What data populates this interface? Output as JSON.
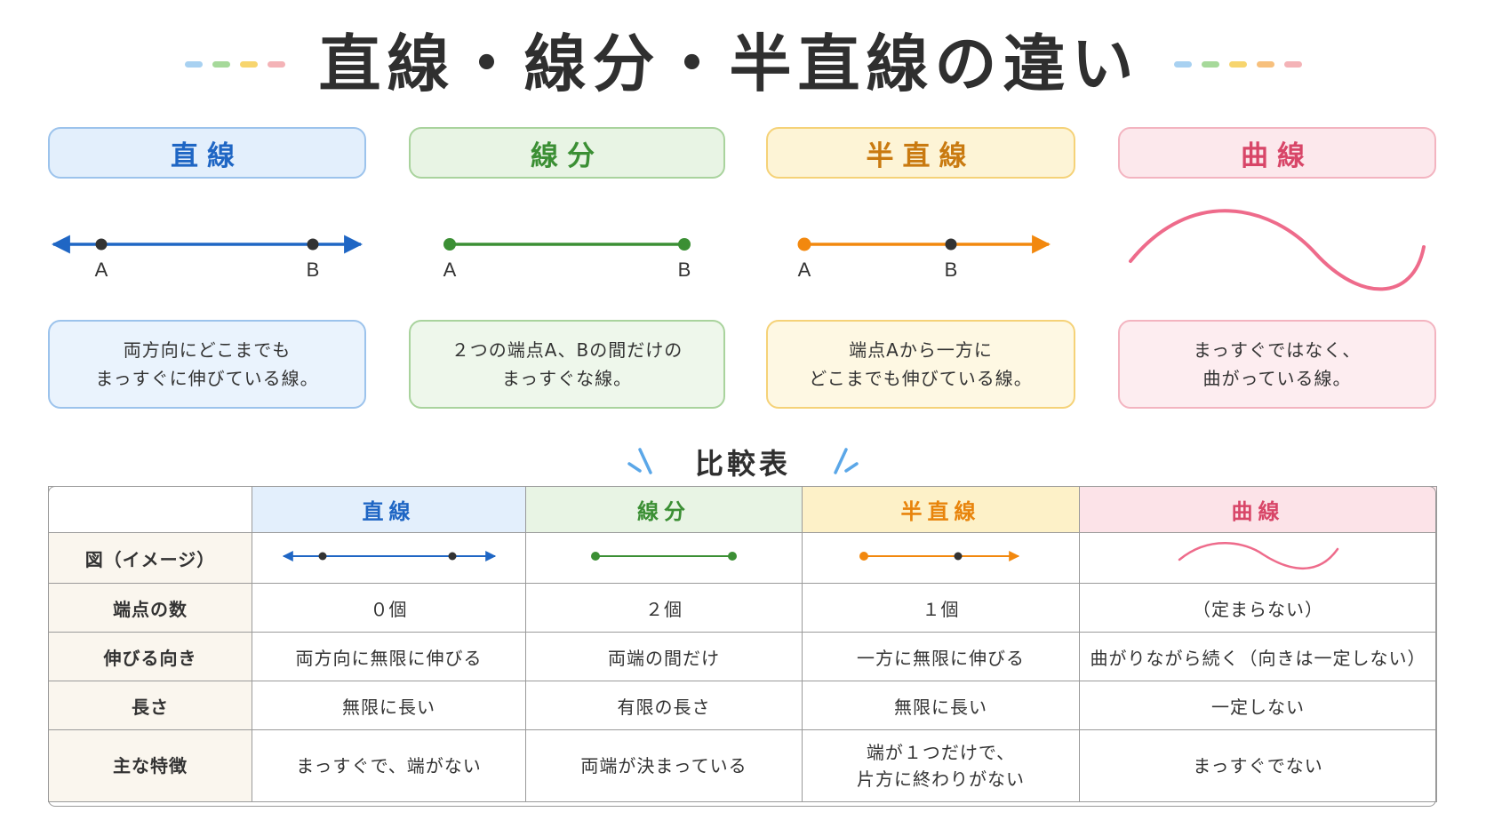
{
  "title": "直線・線分・半直線の違い",
  "colors": {
    "line": "#1f66c4",
    "segment": "#3b8f34",
    "ray": "#f2880e",
    "curve": "#ee6b8b",
    "point": "#333333",
    "title_dashes": [
      "#a8d1f1",
      "#a6d99a",
      "#f7d56e",
      "#f4b3b7"
    ],
    "title_dashes_right": [
      "#a8d1f1",
      "#a6d99a",
      "#f7d56e",
      "#f7c07d",
      "#f4b3b7"
    ]
  },
  "cards": [
    {
      "name": "直線",
      "labels": [
        "A",
        "B"
      ],
      "desc": [
        "両方向にどこまでも",
        "まっすぐに伸びている線。"
      ]
    },
    {
      "name": "線分",
      "labels": [
        "A",
        "B"
      ],
      "desc": [
        "２つの端点A、Bの間だけの",
        "まっすぐな線。"
      ]
    },
    {
      "name": "半直線",
      "labels": [
        "A",
        "B"
      ],
      "desc": [
        "端点Aから一方に",
        "どこまでも伸びている線。"
      ]
    },
    {
      "name": "曲線",
      "labels": [],
      "desc": [
        "まっすぐではなく、",
        "曲がっている線。"
      ]
    }
  ],
  "table": {
    "title": "比較表",
    "headers": [
      "",
      "直線",
      "線分",
      "半直線",
      "曲線"
    ],
    "rows": [
      {
        "label": "図（イメージ）",
        "cells": [
          "",
          "",
          "",
          ""
        ]
      },
      {
        "label": "端点の数",
        "cells": [
          "０個",
          "２個",
          "１個",
          "（定まらない）"
        ]
      },
      {
        "label": "伸びる向き",
        "cells": [
          "両方向に無限に伸びる",
          "両端の間だけ",
          "一方に無限に伸びる",
          "曲がりながら続く（向きは一定しない）"
        ]
      },
      {
        "label": "長さ",
        "cells": [
          "無限に長い",
          "有限の長さ",
          "無限に長い",
          "一定しない"
        ]
      },
      {
        "label": "主な特徴",
        "cells": [
          "まっすぐで、端がない",
          "両端が決まっている",
          [
            "端が１つだけで、",
            "片方に終わりがない"
          ],
          "まっすぐでない"
        ]
      }
    ]
  }
}
